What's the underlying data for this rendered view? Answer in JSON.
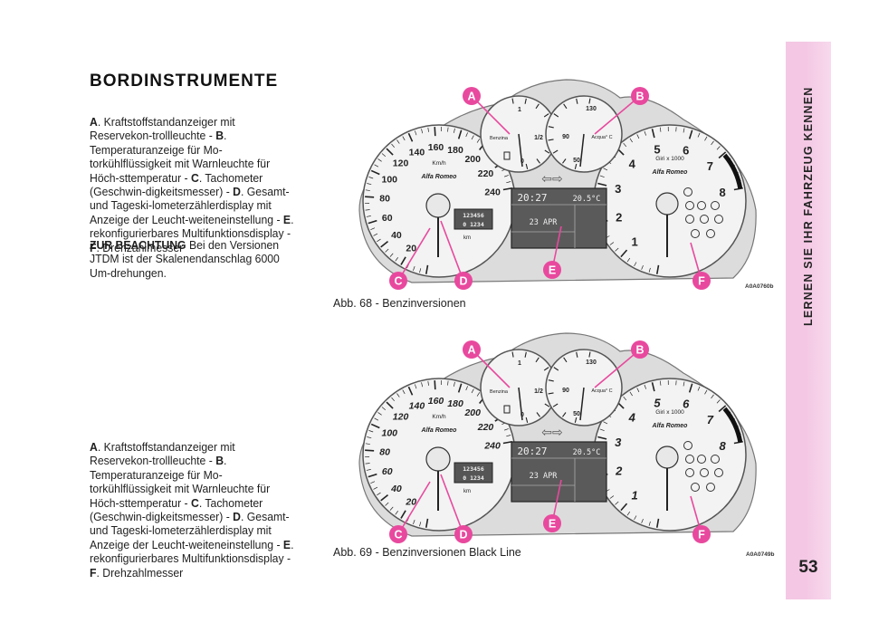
{
  "heading": "BORDINSTRUMENTE",
  "sidebar": {
    "label": "LERNEN SIE IHR FAHRZEUG KENNEN"
  },
  "page_number": "53",
  "paragraph1": {
    "a_letter": "A",
    "a_text": ". Kraftstoffstandanzeiger mit Reservekon-trollleuchte - ",
    "b_letter": "B",
    "b_text": ". Temperaturanzeige für Mo-torkühlflüssigkeit mit Warnleuchte für Höch-sttemperatur - ",
    "c_letter": "C",
    "c_text": ". Tachometer (Geschwin-digkeitsmesser) - ",
    "d_letter": "D",
    "d_text": ". Gesamt- und Tageski-lometerzählerdisplay mit Anzeige der Leucht-weiteneinstellung - ",
    "e_letter": "E",
    "e_text": ". rekonfigurierbares Multifunktionsdisplay - ",
    "f_letter": "F",
    "f_text": ". Drehzahlmesser"
  },
  "note": {
    "label": "ZUR BEACHTUNG",
    "text": " Bei den Versionen JTDM ist der Skalenendanschlag 6000 Um-drehungen."
  },
  "paragraph2": {
    "a_letter": "A",
    "a_text": ". Kraftstoffstandanzeiger mit Reservekon-trollleuchte - ",
    "b_letter": "B",
    "b_text": ". Temperaturanzeige für Mo-torkühlflüssigkeit mit Warnleuchte für Höch-sttemperatur - ",
    "c_letter": "C",
    "c_text": ". Tachometer (Geschwin-digkeitsmesser) - ",
    "d_letter": "D",
    "d_text": ". Gesamt- und Tageski-lometerzählerdisplay mit Anzeige der Leucht-weiteneinstellung - ",
    "e_letter": "E",
    "e_text": ". rekonfigurierbares Multifunktionsdisplay - ",
    "f_letter": "F",
    "f_text": ". Drehzahlmesser"
  },
  "figure1": {
    "caption": "Abb. 68 - Benzinversionen",
    "code": "A0A0760b"
  },
  "figure2": {
    "caption": "Abb. 69 - Benzinversionen Black Line",
    "code": "A0A0749b"
  },
  "cluster": {
    "callouts": [
      "A",
      "B",
      "C",
      "D",
      "E",
      "F"
    ],
    "speedo_labels": [
      "20",
      "40",
      "60",
      "80",
      "100",
      "120",
      "140",
      "160",
      "180",
      "200",
      "220",
      "240"
    ],
    "speedo_unit": "Km/h",
    "tacho_labels": [
      "1",
      "2",
      "3",
      "4",
      "5",
      "6",
      "7",
      "8"
    ],
    "tacho_unit": "Giri x 1000",
    "fuel_labels": [
      "1",
      "1/2",
      "0"
    ],
    "fuel_title": "Benzina",
    "temp_labels": [
      "130",
      "90",
      "50"
    ],
    "temp_title": "Acqua° C",
    "display_time": "20:27",
    "display_temp": "20.5°C",
    "display_date": "23 APR",
    "odo_total": "123456",
    "odo_trip": "0 1234",
    "odo_unit": "km",
    "brand": "Alfa Romeo",
    "callout_color": "#e8499e",
    "bg_color": "#dcdcdc"
  }
}
